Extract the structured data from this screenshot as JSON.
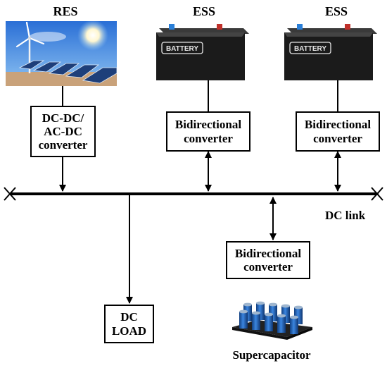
{
  "titles": {
    "res": "RES",
    "ess1": "ESS",
    "ess2": "ESS"
  },
  "converters": {
    "res": [
      "DC-DC/",
      "AC-DC",
      "converter"
    ],
    "ess1": [
      "Bidirectional",
      "converter"
    ],
    "ess2": [
      "Bidirectional",
      "converter"
    ],
    "supercap": [
      "Bidirectional",
      "converter"
    ]
  },
  "load": [
    "DC",
    "LOAD"
  ],
  "dc_link_label": "DC link",
  "supercapacitor_label": "Supercapacitor",
  "battery_text": "BATTERY",
  "icons": [
    "solar-wind-image",
    "battery-icon",
    "supercapacitor-bank-icon"
  ],
  "colors": {
    "line": "#000000",
    "capacitor": "#1f5fb0",
    "battery_body": "#1b1b1b"
  }
}
